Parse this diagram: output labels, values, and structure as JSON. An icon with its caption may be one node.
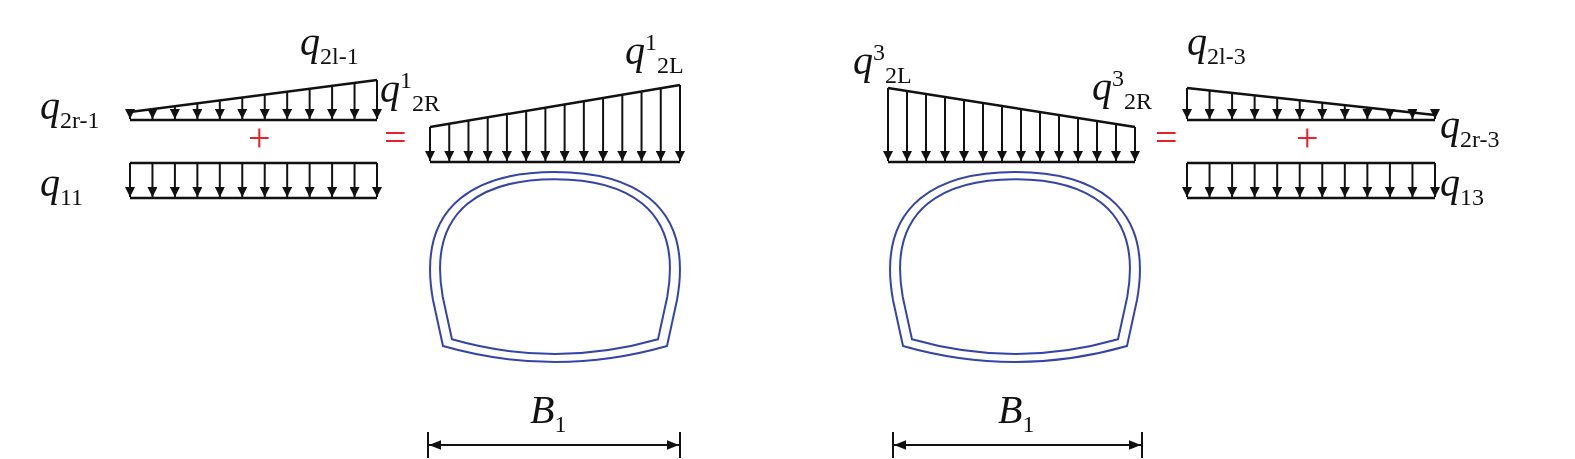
{
  "diagram": {
    "labels": [
      "q$_{2l-1}$",
      "q$_{2r-1}$",
      "+",
      "q$_{11}$",
      "=",
      "q$^{1}$$_{2R}$",
      "q$^{1}$$_{2L}$",
      "B$_{1}$",
      "q$^{3}$$_{2L}$",
      "q$^{3}$$_{2R}$",
      "q$_{2l-3}$",
      "=",
      "+",
      "q$_{2r-3}$",
      "q$_{13}$",
      "B$_{1}$"
    ]
  }
}
